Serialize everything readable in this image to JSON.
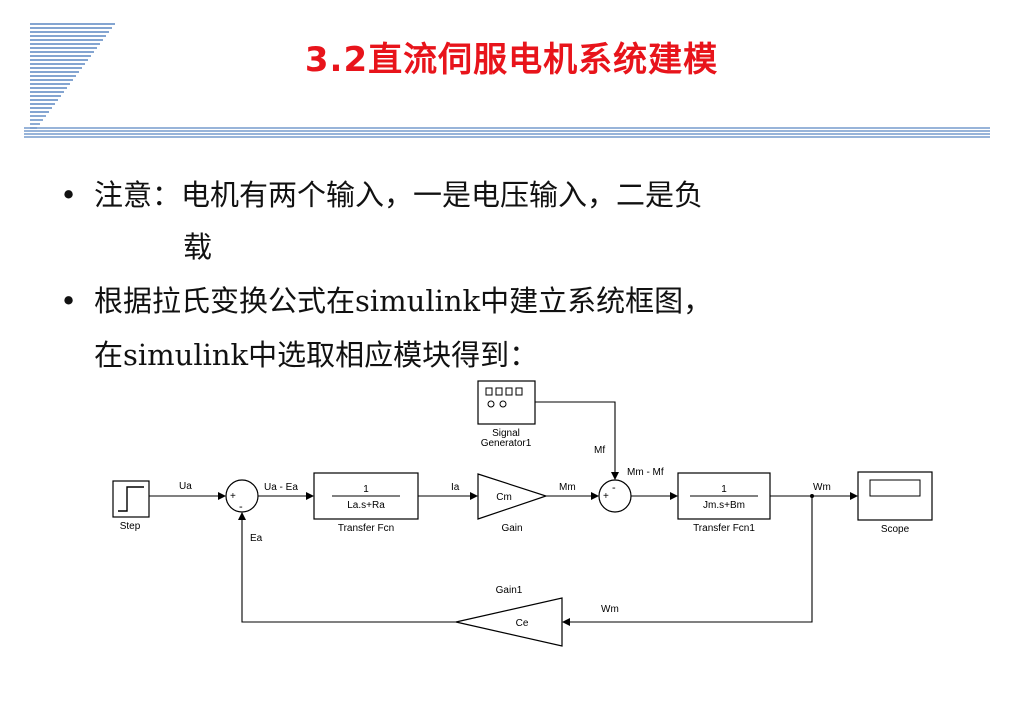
{
  "title": "3.2直流伺服电机系统建模",
  "bullets": [
    {
      "line1": "注意：电机有两个输入，一是电压输入，二是负",
      "line2": "载"
    },
    {
      "line1": "根据拉氏变换公式在simulink中建立系统框图，",
      "line2": "在simulink中选取相应模块得到："
    }
  ],
  "diagram": {
    "step_label": "Step",
    "signal_generator_label_1": "Signal",
    "signal_generator_label_2": "Generator1",
    "transfer_fcn": {
      "num": "1",
      "den": "La.s+Ra",
      "label": "Transfer Fcn"
    },
    "gain": {
      "value": "Cm",
      "label": "Gain"
    },
    "transfer_fcn1": {
      "num": "1",
      "den": "Jm.s+Bm",
      "label": "Transfer Fcn1"
    },
    "scope_label": "Scope",
    "gain1": {
      "value": "Ce",
      "label": "Gain1"
    },
    "signals": {
      "ua": "Ua",
      "ua_ea": "Ua - Ea",
      "ia": "Ia",
      "mm": "Mm",
      "mf": "Mf",
      "mm_mf": "Mm - Mf",
      "wm_out": "Wm",
      "wm_fb": "Wm",
      "ea": "Ea"
    },
    "sum1_signs": {
      "plus": "+",
      "minus": "-"
    },
    "sum2_signs": {
      "plus": "+",
      "minus": "-"
    }
  }
}
